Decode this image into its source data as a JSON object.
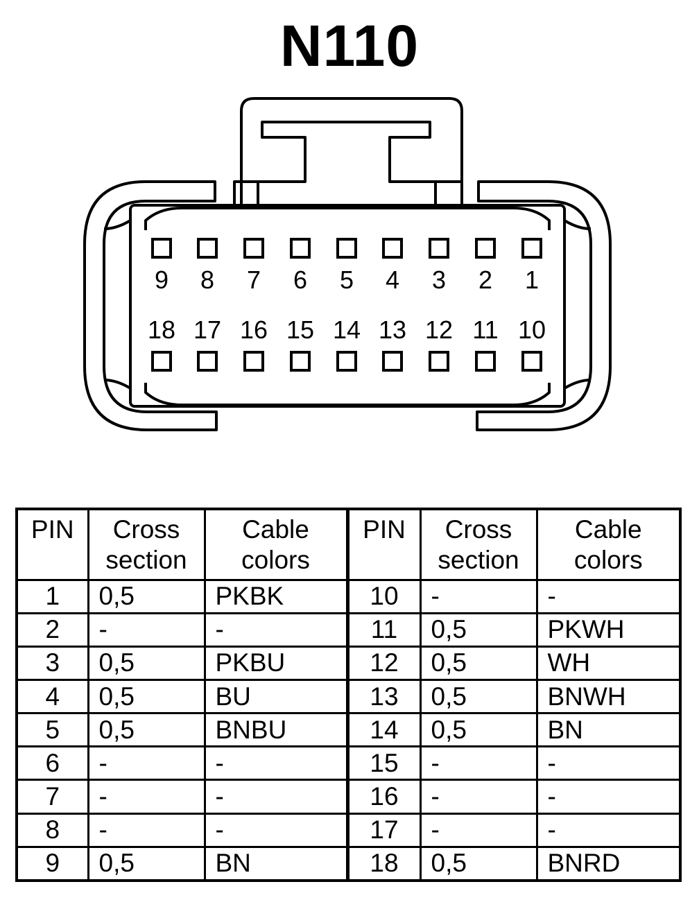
{
  "title": "N110",
  "connector": {
    "top_row_pins": [
      "9",
      "8",
      "7",
      "6",
      "5",
      "4",
      "3",
      "2",
      "1"
    ],
    "bottom_row_pins": [
      "18",
      "17",
      "16",
      "15",
      "14",
      "13",
      "12",
      "11",
      "10"
    ]
  },
  "table": {
    "headers": {
      "pin": "PIN",
      "cross_line1": "Cross",
      "cross_line2": "section",
      "colors_line1": "Cable",
      "colors_line2": "colors"
    },
    "rows": [
      {
        "pin_a": "1",
        "cross_a": "0,5",
        "color_a": "PKBK",
        "pin_b": "10",
        "cross_b": "-",
        "color_b": "-"
      },
      {
        "pin_a": "2",
        "cross_a": "-",
        "color_a": "-",
        "pin_b": "11",
        "cross_b": "0,5",
        "color_b": "PKWH"
      },
      {
        "pin_a": "3",
        "cross_a": "0,5",
        "color_a": "PKBU",
        "pin_b": "12",
        "cross_b": "0,5",
        "color_b": "WH"
      },
      {
        "pin_a": "4",
        "cross_a": "0,5",
        "color_a": "BU",
        "pin_b": "13",
        "cross_b": "0,5",
        "color_b": "BNWH"
      },
      {
        "pin_a": "5",
        "cross_a": "0,5",
        "color_a": "BNBU",
        "pin_b": "14",
        "cross_b": "0,5",
        "color_b": "BN"
      },
      {
        "pin_a": "6",
        "cross_a": "-",
        "color_a": "-",
        "pin_b": "15",
        "cross_b": "-",
        "color_b": "-"
      },
      {
        "pin_a": "7",
        "cross_a": "-",
        "color_a": "-",
        "pin_b": "16",
        "cross_b": "-",
        "color_b": "-"
      },
      {
        "pin_a": "8",
        "cross_a": "-",
        "color_a": "-",
        "pin_b": "17",
        "cross_b": "-",
        "color_b": "-"
      },
      {
        "pin_a": "9",
        "cross_a": "0,5",
        "color_a": "BN",
        "pin_b": "18",
        "cross_b": "0,5",
        "color_b": "BNRD"
      }
    ]
  }
}
